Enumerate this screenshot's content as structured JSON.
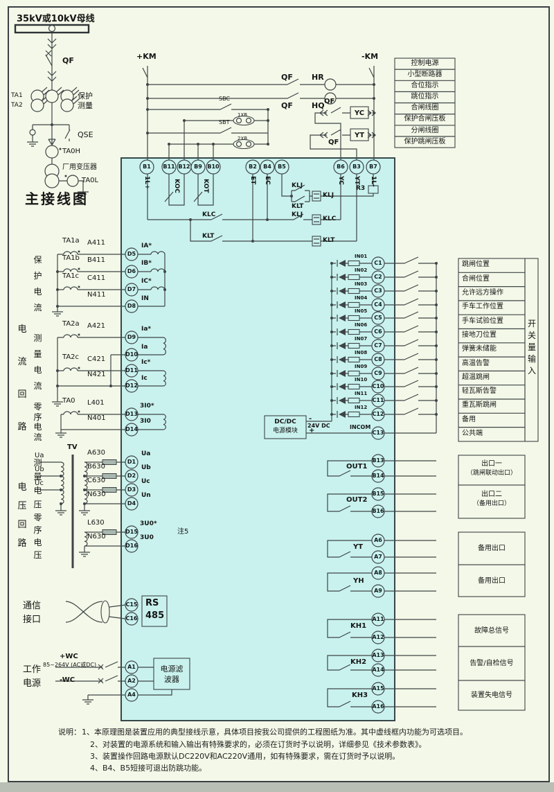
{
  "main_diagram": {
    "busbar": "35kV或10kV母线",
    "qf": "QF",
    "ta1": "TA1",
    "ta2": "TA2",
    "protection": "保护",
    "metering": "测量",
    "qse": "QSE",
    "ta0h": "TA0H",
    "station_transformer": "厂用变压器",
    "ta0l": "TA0L",
    "title": "主接线图"
  },
  "control": {
    "plus_km": "+KM",
    "minus_km": "-KM",
    "qf": "QF",
    "hr": "HR",
    "hq": "HQ",
    "sbc": "SBC",
    "xb1": "1XB",
    "sbt": "SBT",
    "xb2": "2XB",
    "yc": "YC",
    "yt": "YT",
    "labels": [
      "控制电源",
      "小型断路器",
      "合位指示",
      "跳位指示",
      "合闸线圈",
      "保护合闸压板",
      "分闸线圈",
      "保护跳闸压板"
    ]
  },
  "device": {
    "top_terminals": [
      "B1",
      "B11",
      "B12",
      "B9",
      "B10",
      "B2",
      "B4",
      "B5",
      "B6",
      "B3",
      "B7"
    ],
    "tags": {
      "l_plus": "1L+",
      "et": "ET",
      "ec": "EC",
      "yc": "YC",
      "yt": "YT",
      "l_minus": "1L-",
      "koc": "KOC",
      "kot": "KOT",
      "r3": "R3",
      "klj": "KLJ",
      "klt": "KLT",
      "klc": "KLC"
    }
  },
  "current": {
    "group": "电流回路",
    "protection": {
      "label": "保护电流",
      "rows": [
        {
          "ct": "TA1a",
          "wire": "A411",
          "terminal": "D5",
          "signal": "IA*"
        },
        {
          "ct": "TA1b",
          "wire": "B411",
          "terminal": "D6",
          "signal": "IB*"
        },
        {
          "ct": "TA1c",
          "wire": "C411",
          "terminal": "D7",
          "signal": "IC*"
        },
        {
          "wire": "N411",
          "terminal": "D8",
          "signal": "IN"
        }
      ]
    },
    "metering": {
      "label": "测量电流",
      "rows": [
        {
          "ct": "TA2a",
          "wire": "A421",
          "terminal": "D9",
          "signal": "Ia*"
        },
        {
          "terminal": "D10",
          "signal": "Ia"
        },
        {
          "ct": "TA2c",
          "wire": "C421",
          "terminal": "D11",
          "signal": "Ic*"
        },
        {
          "wire": "N421",
          "terminal": "D12",
          "signal": "Ic"
        }
      ]
    },
    "zero": {
      "label": "零序电流",
      "rows": [
        {
          "ct": "TA0",
          "wire": "L401",
          "terminal": "D13",
          "signal": "3I0*"
        },
        {
          "wire": "N401",
          "terminal": "D14",
          "signal": "3I0"
        }
      ]
    }
  },
  "voltage": {
    "group": "电压回路",
    "metering": {
      "label": "测量电压",
      "tv": "TV",
      "phases": [
        "Ua",
        "Ub",
        "Uc"
      ],
      "rows": [
        {
          "wire": "A630",
          "terminal": "D1",
          "signal": "Ua"
        },
        {
          "wire": "B630",
          "terminal": "D2",
          "signal": "Ub"
        },
        {
          "wire": "C630",
          "terminal": "D3",
          "signal": "Uc"
        },
        {
          "wire": "N630",
          "terminal": "D4",
          "signal": "Un"
        }
      ]
    },
    "zero": {
      "label": "零序电压",
      "note": "注5",
      "rows": [
        {
          "wire": "L630",
          "terminal": "D15",
          "signal": "3U0*"
        },
        {
          "wire": "N630",
          "terminal": "D16",
          "signal": "3U0"
        }
      ]
    }
  },
  "comm": {
    "label": "通信接口",
    "terminals": [
      "C15",
      "C16"
    ],
    "rs": "RS",
    "n485": "485"
  },
  "power": {
    "label": "工作电源",
    "plus": "+WC",
    "range": "85~264V (AC或DC)",
    "minus": "-WC",
    "terminals": [
      "A1",
      "A2",
      "A4"
    ],
    "filter": "电源滤波器"
  },
  "dcdc": {
    "name1": "DC/DC",
    "name2": "电源模块",
    "voltage": "24V DC",
    "minus": "-",
    "plus": "+"
  },
  "binary": {
    "group": "开关量输入",
    "rows": [
      {
        "name": "IN01",
        "terminal": "C1",
        "label": "跳闸位置"
      },
      {
        "name": "IN02",
        "terminal": "C2",
        "label": "合闸位置"
      },
      {
        "name": "IN03",
        "terminal": "C3",
        "label": "允许远方操作"
      },
      {
        "name": "IN04",
        "terminal": "C4",
        "label": "手车工作位置"
      },
      {
        "name": "IN05",
        "terminal": "C5",
        "label": "手车试验位置"
      },
      {
        "name": "IN06",
        "terminal": "C6",
        "label": "接地刀位置"
      },
      {
        "name": "IN07",
        "terminal": "C7",
        "label": "弹簧未储能"
      },
      {
        "name": "IN08",
        "terminal": "C8",
        "label": "高温告警"
      },
      {
        "name": "IN09",
        "terminal": "C9",
        "label": "超温跳闸"
      },
      {
        "name": "IN10",
        "terminal": "C10",
        "label": "轻瓦斯告警"
      },
      {
        "name": "IN11",
        "terminal": "C11",
        "label": "重瓦斯跳闸"
      },
      {
        "name": "IN12",
        "terminal": "C12",
        "label": "备用"
      }
    ],
    "incom": {
      "name": "INCOM",
      "terminal": "C13",
      "label": "公共端"
    }
  },
  "outputs": {
    "rows": [
      {
        "t1": "B13",
        "t2": "B14",
        "contact": "OUT1",
        "label1": "出口一",
        "label2": "（跳闸联动出口）"
      },
      {
        "t1": "B15",
        "t2": "B16",
        "contact": "OUT2",
        "label1": "出口二",
        "label2": "（备用出口）"
      },
      {
        "t1": "A6",
        "t2": "A7",
        "contact": "YT",
        "label1": "备用出口"
      },
      {
        "t1": "A8",
        "t2": "A9",
        "contact": "YH",
        "label1": "备用出口"
      },
      {
        "t1": "A11",
        "t2": "A12",
        "contact": "KH1",
        "label1": "故障总信号"
      },
      {
        "t1": "A13",
        "t2": "A14",
        "contact": "KH2",
        "label1": "告警/自检信号"
      },
      {
        "t1": "A15",
        "t2": "A16",
        "contact": "KH3",
        "label1": "装置失电信号"
      }
    ]
  },
  "notes": {
    "prefix": "说明：",
    "lines": [
      "1、本原理图是装置应用的典型接线示意，具体项目按我公司提供的工程图纸为准。其中虚线框内功能为可选项目。",
      "2、对装置的电源系统和输入输出有特殊要求的，必须在订货时予以说明，详细参见《技术参数表》。",
      "3、装置操作回路电源默认DC220V和AC220V通用，如有特殊要求，需在订货时予以说明。",
      "4、B4、B5短接可退出防跳功能。"
    ]
  }
}
